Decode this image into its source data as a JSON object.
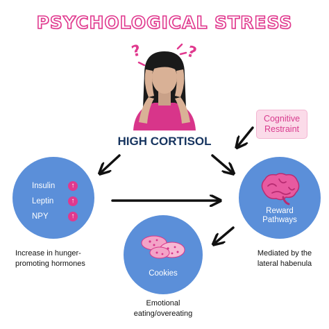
{
  "title": "PSYCHOLOGICAL STRESS",
  "central": {
    "label": "HIGH CORTISOL"
  },
  "moderator": {
    "line1": "Cognitive",
    "line2": "Restraint"
  },
  "hormones": {
    "items": [
      {
        "label": "Insulin",
        "indicator": "up-arrow-icon"
      },
      {
        "label": "Leptin",
        "indicator": "up-arrow-icon"
      },
      {
        "label": "NPY",
        "indicator": "up-arrow-icon"
      }
    ],
    "caption_line1": "Increase in hunger-",
    "caption_line2": "promoting hormones"
  },
  "reward": {
    "label_line1": "Reward",
    "label_line2": "Pathways",
    "icon": "brain-icon",
    "caption_line1": "Mediated by the",
    "caption_line2": "lateral habenula"
  },
  "cookies": {
    "label": "Cookies",
    "icon": "cookies-icon",
    "caption_line1": "Emotional",
    "caption_line2": "eating/overeating"
  },
  "colors": {
    "accent": "#e0398e",
    "circle": "#5b8fd9",
    "navy": "#16345f",
    "box_bg": "#fbdbe9"
  }
}
